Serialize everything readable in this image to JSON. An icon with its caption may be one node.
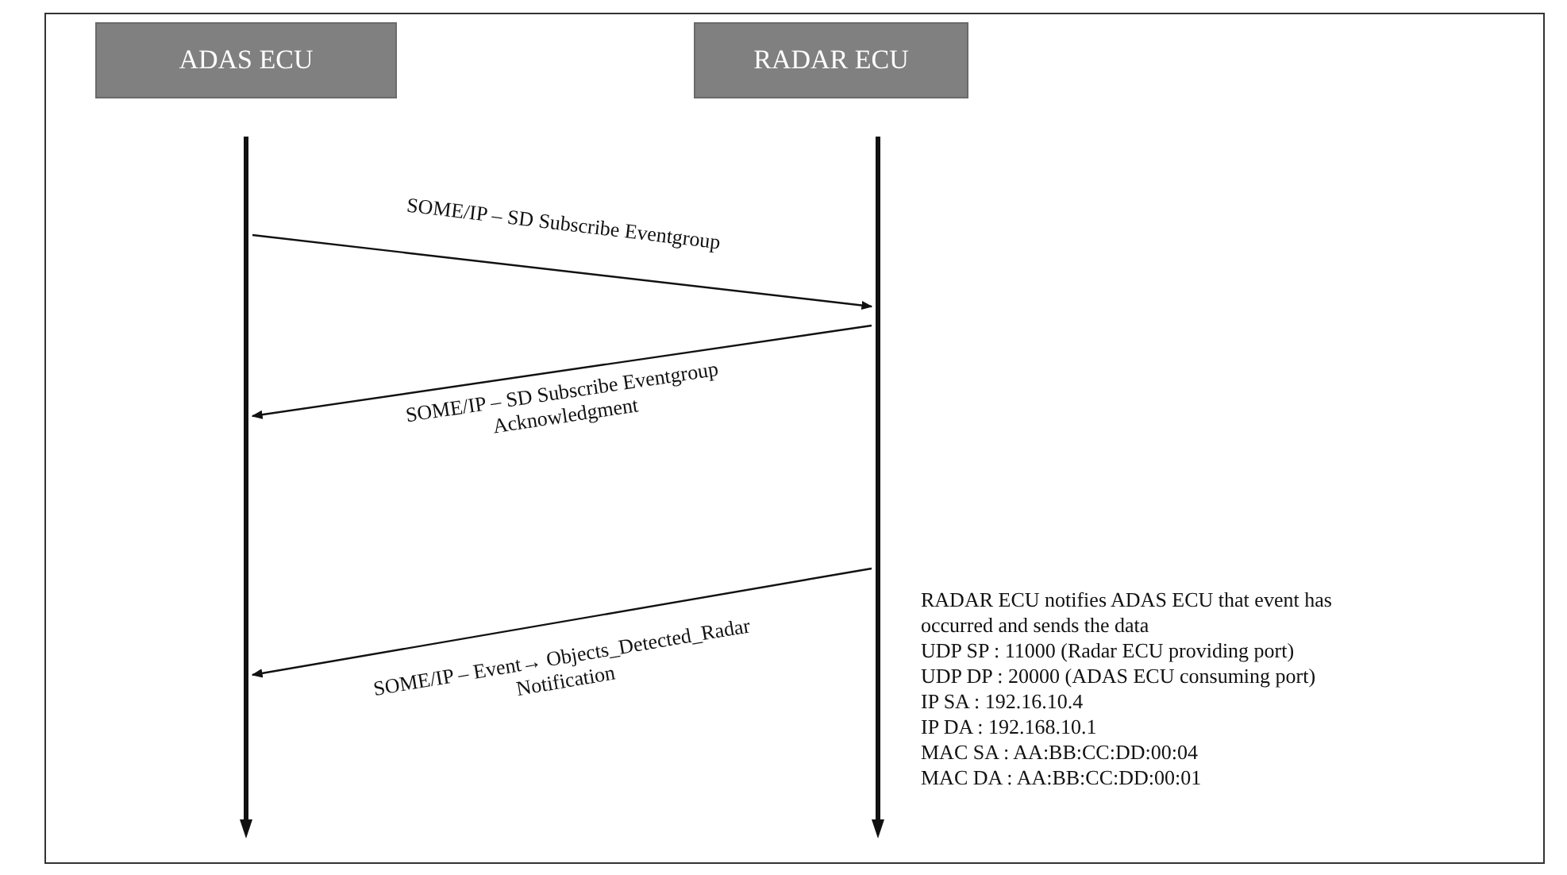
{
  "diagram": {
    "nodes": [
      {
        "text": [
          "ADAS ECU"
        ]
      },
      {
        "text": [
          "RADAR ECU"
        ]
      },
      {
        "text": [],
        "shape": "bar"
      },
      {
        "text": [],
        "shape": "bar"
      }
    ],
    "edges": [
      {
        "from": 2,
        "to": 3,
        "arrow": "to",
        "label": "SOME/IP – SD Subscribe Eventgroup"
      },
      {
        "from": 3,
        "to": 2,
        "arrow": "to",
        "label": "SOME/IP – SD Subscribe Eventgroup Acknowledgment"
      },
      {
        "from": 3,
        "to": 2,
        "arrow": "to",
        "label": "SOME/IP – Event→ Objects_Detected_Radar Notification"
      }
    ],
    "labels": [
      "RADAR ECU notifies ADAS ECU that event has occurred and sends the data",
      "UDP SP : 11000 (Radar ECU providing port)",
      "UDP DP : 20000 (ADAS ECU consuming port)",
      "IP SA : 192.16.10.4",
      "IP DA : 192.168.10.1",
      "MAC SA : AA:BB:CC:DD:00:04",
      "MAC DA : AA:BB:CC:DD:00:01"
    ]
  }
}
